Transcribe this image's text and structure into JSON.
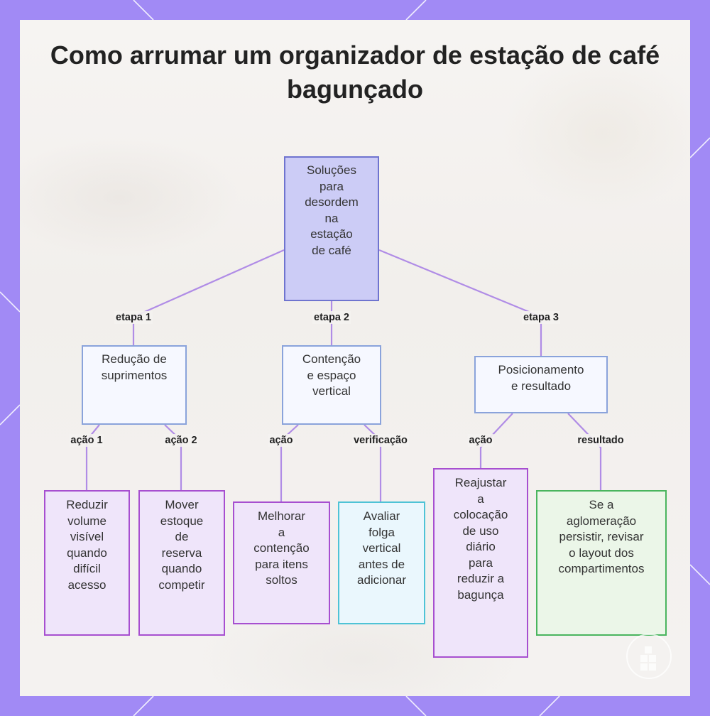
{
  "title": "Como arrumar um organizador de estação de café bagunçado",
  "root": {
    "label": "Soluções para desordem na estação de café"
  },
  "branches": [
    {
      "edge_label": "etapa 1",
      "label": "Redução de suprimentos",
      "children": [
        {
          "edge_label": "ação 1",
          "label": "Reduzir volume visível quando difícil acesso",
          "color": "purple"
        },
        {
          "edge_label": "ação 2",
          "label": "Mover estoque de reserva quando competir",
          "color": "purple"
        }
      ]
    },
    {
      "edge_label": "etapa 2",
      "label": "Contenção e espaço vertical",
      "children": [
        {
          "edge_label": "ação",
          "label": "Melhorar a contenção para itens soltos",
          "color": "purple"
        },
        {
          "edge_label": "verificação",
          "label": "Avaliar folga vertical antes de adicionar",
          "color": "cyan"
        }
      ]
    },
    {
      "edge_label": "etapa 3",
      "label": "Posicionamento e resultado",
      "children": [
        {
          "edge_label": "ação",
          "label": "Reajustar a colocação de uso diário para reduzir a bagunça",
          "color": "purple"
        },
        {
          "edge_label": "resultado",
          "label": "Se a aglomeração persistir, revisar o layout dos compartimentos",
          "color": "green"
        }
      ]
    }
  ],
  "colors": {
    "frame": "#a18af5",
    "edge": "#b08ce6",
    "root_fill": "#ccccf6",
    "purple_border": "#a74fd0",
    "cyan_border": "#4ec3d6",
    "green_border": "#49b55e"
  }
}
